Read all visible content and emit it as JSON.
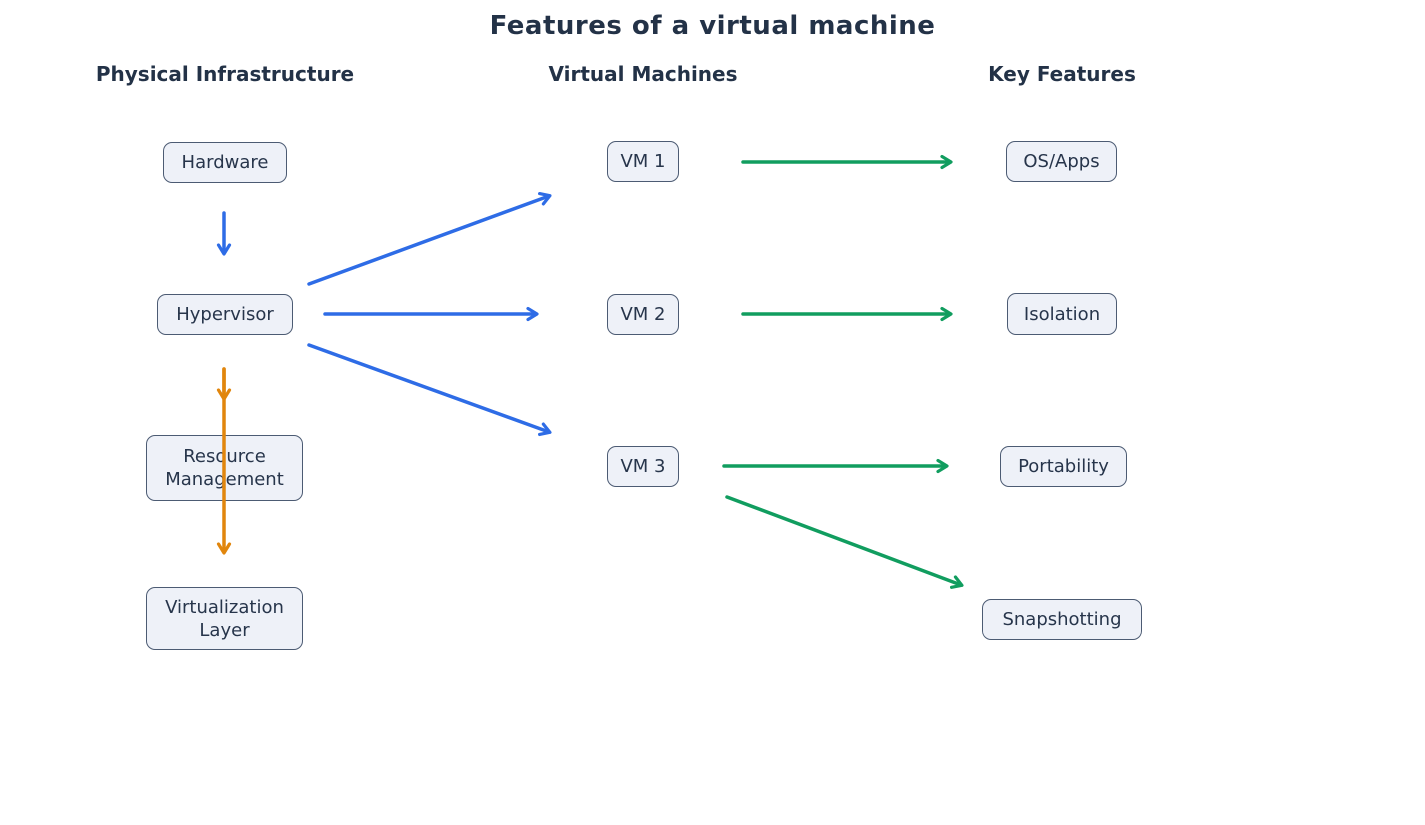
{
  "title": "Features of a virtual machine",
  "columns": [
    {
      "id": "physical",
      "label": "Physical Infrastructure"
    },
    {
      "id": "vms",
      "label": "Virtual Machines"
    },
    {
      "id": "features",
      "label": "Key Features"
    }
  ],
  "nodes": {
    "hardware": {
      "label": "Hardware",
      "column": "physical"
    },
    "hypervisor": {
      "label": "Hypervisor",
      "column": "physical"
    },
    "resource_management": {
      "label": "Resource\nManagement",
      "column": "physical"
    },
    "virtualization_layer": {
      "label": "Virtualization\nLayer",
      "column": "physical"
    },
    "vm1": {
      "label": "VM 1",
      "column": "vms"
    },
    "vm2": {
      "label": "VM 2",
      "column": "vms"
    },
    "vm3": {
      "label": "VM 3",
      "column": "vms"
    },
    "os_apps": {
      "label": "OS/Apps",
      "column": "features"
    },
    "isolation": {
      "label": "Isolation",
      "column": "features"
    },
    "portability": {
      "label": "Portability",
      "column": "features"
    },
    "snapshotting": {
      "label": "Snapshotting",
      "column": "features"
    }
  },
  "edges": [
    {
      "from": "Hardware",
      "to": "Hypervisor",
      "color": "blue"
    },
    {
      "from": "Hypervisor",
      "to": "Resource Management",
      "color": "orange"
    },
    {
      "from": "Resource Management",
      "to": "Virtualization Layer",
      "color": "orange"
    },
    {
      "from": "Hypervisor",
      "to": "VM 1",
      "color": "blue"
    },
    {
      "from": "Hypervisor",
      "to": "VM 2",
      "color": "blue"
    },
    {
      "from": "Hypervisor",
      "to": "VM 3",
      "color": "blue"
    },
    {
      "from": "VM 1",
      "to": "OS/Apps",
      "color": "green"
    },
    {
      "from": "VM 2",
      "to": "Isolation",
      "color": "green"
    },
    {
      "from": "VM 3",
      "to": "Portability",
      "color": "green"
    },
    {
      "from": "VM 3",
      "to": "Snapshotting",
      "color": "green"
    }
  ],
  "colors": {
    "blue": "#2e6ce6",
    "green": "#119d5f",
    "orange": "#e1860d",
    "box_fill": "#eef1f8",
    "box_border": "#4c5b73",
    "text_dark": "#233247"
  }
}
